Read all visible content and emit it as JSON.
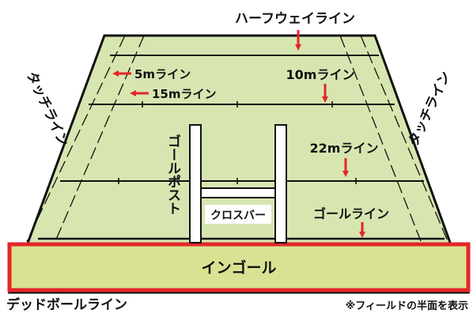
{
  "labels": {
    "halfway_line": "ハーフウェイライン",
    "five_m_line": "5mライン",
    "ten_m_line": "10mライン",
    "fifteen_m_line": "15mライン",
    "twentytwo_m_line": "22mライン",
    "goal_line": "ゴールライン",
    "touch_line_left": "タッチライン",
    "touch_line_right": "タッチライン",
    "goal_post": "ゴールポスト",
    "crossbar": "クロスバー",
    "in_goal": "インゴール",
    "dead_ball_line": "デッドボールライン",
    "note": "※フィールドの半面を表示"
  },
  "colors": {
    "field": "#d7e6b0",
    "in_goal": "#d8e292",
    "in_goal_border": "#e4262a",
    "lines": "#111111",
    "arrows": "#e4262a",
    "posts": "#ffffff"
  }
}
